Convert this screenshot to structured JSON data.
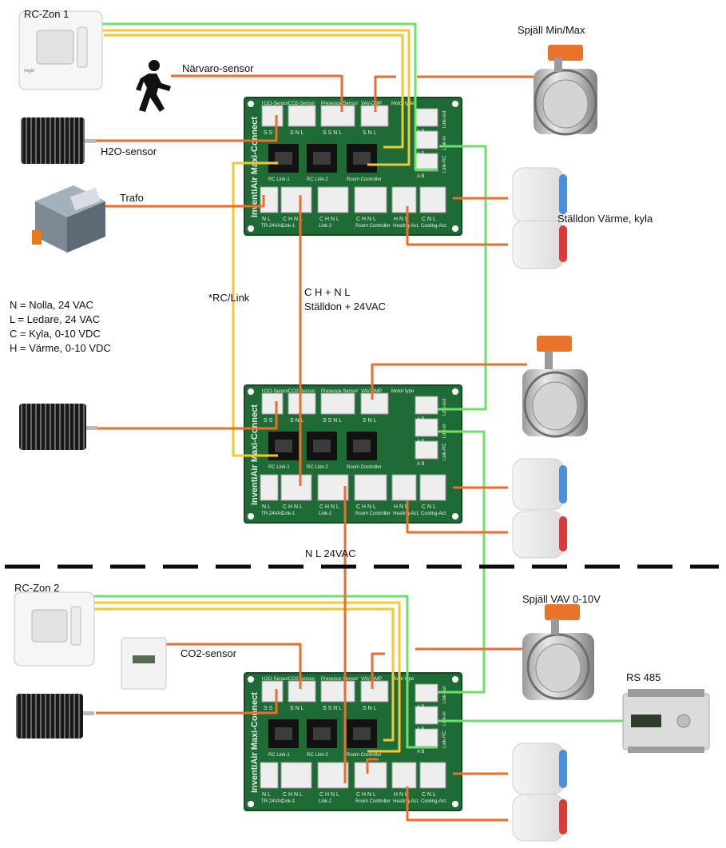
{
  "labels": {
    "rc_zon_1": "RC-Zon 1",
    "spjall_min_max": "Spjäll Min/Max",
    "narvaro_sensor": "Närvaro-sensor",
    "h2o_sensor": "H2O-sensor",
    "trafo": "Trafo",
    "stalldon_varme_kyla": "Ställdon Värme, kyla",
    "rc_link": "*RC/Link",
    "c_h_n_l": "C H + N L",
    "stalldon_24vac": "Ställdon + 24VAC",
    "n_l_24vac": "N L  24VAC",
    "rc_zon_2": "RC-Zon 2",
    "spjall_vav": "Spjäll VAV 0-10V",
    "co2_sensor": "CO2-sensor",
    "rs485": "RS 485"
  },
  "legend": [
    "N = Nolla, 24 VAC",
    "L = Ledare, 24 VAC",
    "C = Kyla, 0-10 VDC",
    "H = Värme, 0-10 VDC"
  ],
  "board": {
    "brand": "InventiAir Maxi-Connect",
    "top_headers": [
      "H2O-Sensor",
      "CO2-Sensor",
      "Presence-Sensor",
      "VAV-DMP"
    ],
    "top_pins": [
      "S S",
      "S N L",
      "S S N L",
      "S N L"
    ],
    "rj_labels": [
      "RC Link-1",
      "RC Link-2",
      "Room Controller"
    ],
    "bottom_pins": [
      "N L",
      "C H N L",
      "C H N L",
      "C H N L",
      "H N L",
      "C N L"
    ],
    "bottom_names": [
      "TR-24VAC",
      "Link-1",
      "Link-2",
      "Room Controller",
      "Heating-Act.",
      "Cooling-Act."
    ],
    "right_pins": [
      "A B",
      "A B",
      "A B"
    ],
    "right_names": [
      "Link-out",
      "Link-in",
      "Link-RC"
    ],
    "motor_type": "Motor type"
  },
  "colors": {
    "orange": "#ee6d2c",
    "yellow": "#f7c734",
    "green": "#6ee06a",
    "board": "#1f6b36",
    "valve_blue": "#4a90d9",
    "valve_red": "#d93a3a"
  },
  "icons": [
    "thermostat-icon",
    "person-icon",
    "damper-icon",
    "moisture-sensor-icon",
    "transformer-icon",
    "valve-actuator-icon",
    "co2-sensor-icon",
    "rs485-controller-icon"
  ]
}
